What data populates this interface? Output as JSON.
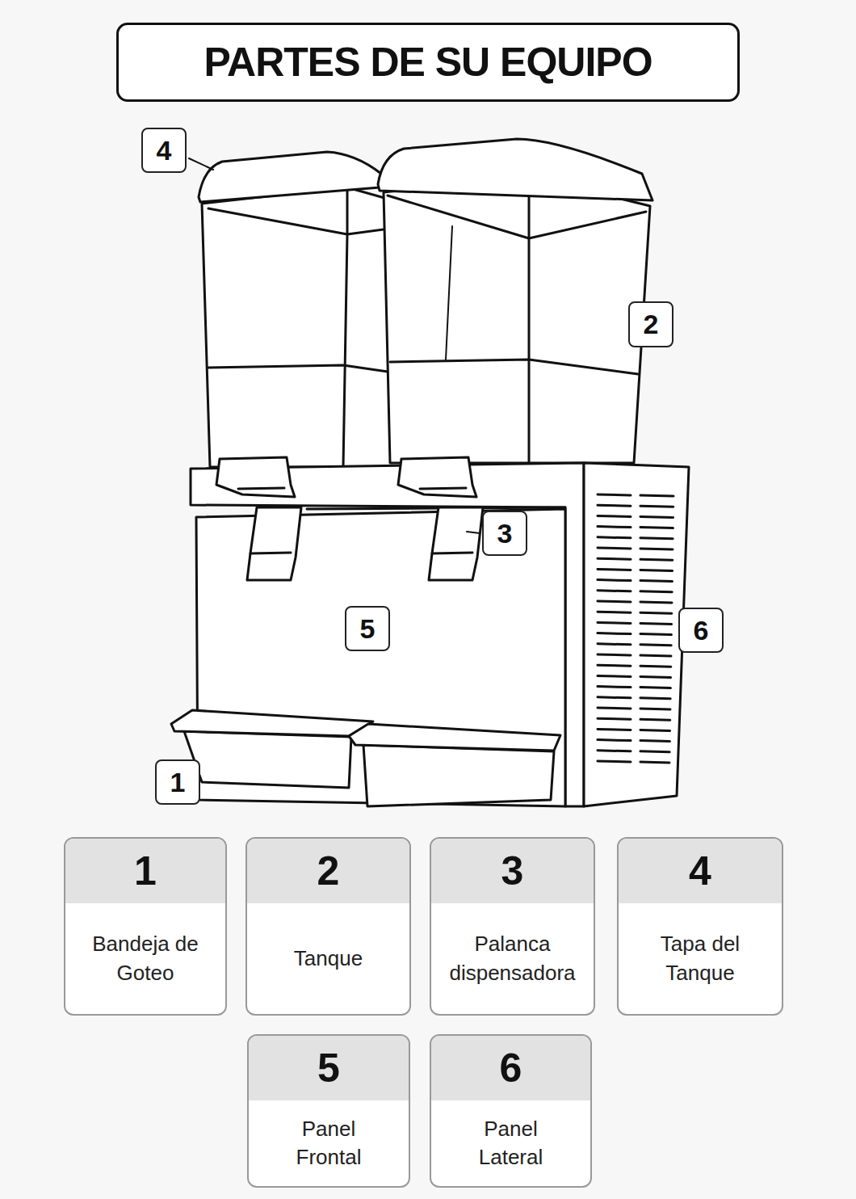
{
  "diagram": {
    "title": "PARTES DE SU EQUIPO",
    "nodes": [
      {
        "text": [
          "4"
        ]
      },
      {
        "text": [
          "2"
        ]
      },
      {
        "text": [
          "3"
        ]
      },
      {
        "text": [
          "5"
        ]
      },
      {
        "text": [
          "6"
        ]
      },
      {
        "text": [
          "1"
        ]
      },
      {
        "text": [
          "1",
          "Bandeja de Goteo"
        ]
      },
      {
        "text": [
          "2",
          "Tanque"
        ]
      },
      {
        "text": [
          "3",
          "Palanca dispensadora"
        ]
      },
      {
        "text": [
          "4",
          "Tapa del Tanque"
        ]
      },
      {
        "text": [
          "5",
          "Panel Frontal"
        ]
      },
      {
        "text": [
          "6",
          "Panel Lateral"
        ]
      }
    ]
  }
}
